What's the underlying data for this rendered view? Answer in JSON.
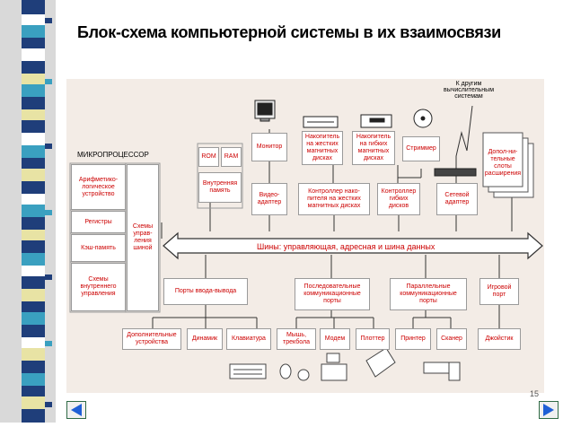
{
  "title": "Блок-схема компьютерной системы в их взаимосвязи",
  "page_number": "15",
  "microprocessor": {
    "title": "МИКРОПРОЦЕССОР",
    "alu": "Арифметико-логическое устройство",
    "registers": "Регистры",
    "cache": "Кэш-память",
    "internal_control": "Схемы внутреннего управления",
    "control_circuits": "Схемы управ-ления шиной"
  },
  "memory": {
    "rom": "ROM",
    "ram": "RAM",
    "internal": "Внутренняя память"
  },
  "devices": {
    "monitor": "Монитор",
    "hdd": "Накопитель на жестких магнитных дисках",
    "fdd": "Накопитель на гибких магнитных дисках",
    "streamer": "Стриммер",
    "video": "Видео-адаптер",
    "hdd_ctrl": "Контроллер нако-пителя на жестких магнитных дисках",
    "fdd_ctrl": "Контроллер гибких дисков",
    "net_adapter": "Сетевой адаптер",
    "extra_slots": "Допол-ни-тельные слоты расширения",
    "other_systems": "К другим вычислительным системам"
  },
  "bus": {
    "label": "Шины: управляющая, адресная и шина данных"
  },
  "ports": {
    "io": "Порты ввода-вывода",
    "serial": "Последовательные коммуникационные порты",
    "parallel": "Параллельные коммуникационные порты",
    "game": "Игровой порт"
  },
  "peripherals": {
    "extra": "Дополнительные устройства",
    "speaker": "Динамик",
    "keyboard": "Клавиатура",
    "mouse": "Мышь, трекбола",
    "modem": "Модем",
    "plotter": "Плоттер",
    "printer": "Принтер",
    "scanner": "Сканер",
    "joystick": "Джойстик"
  },
  "colors": {
    "box_text": "#cc0000",
    "bus_fill": "#ffffff",
    "diagram_bg": "#f3ece6",
    "nav_arrow": "#1f5fd6"
  }
}
